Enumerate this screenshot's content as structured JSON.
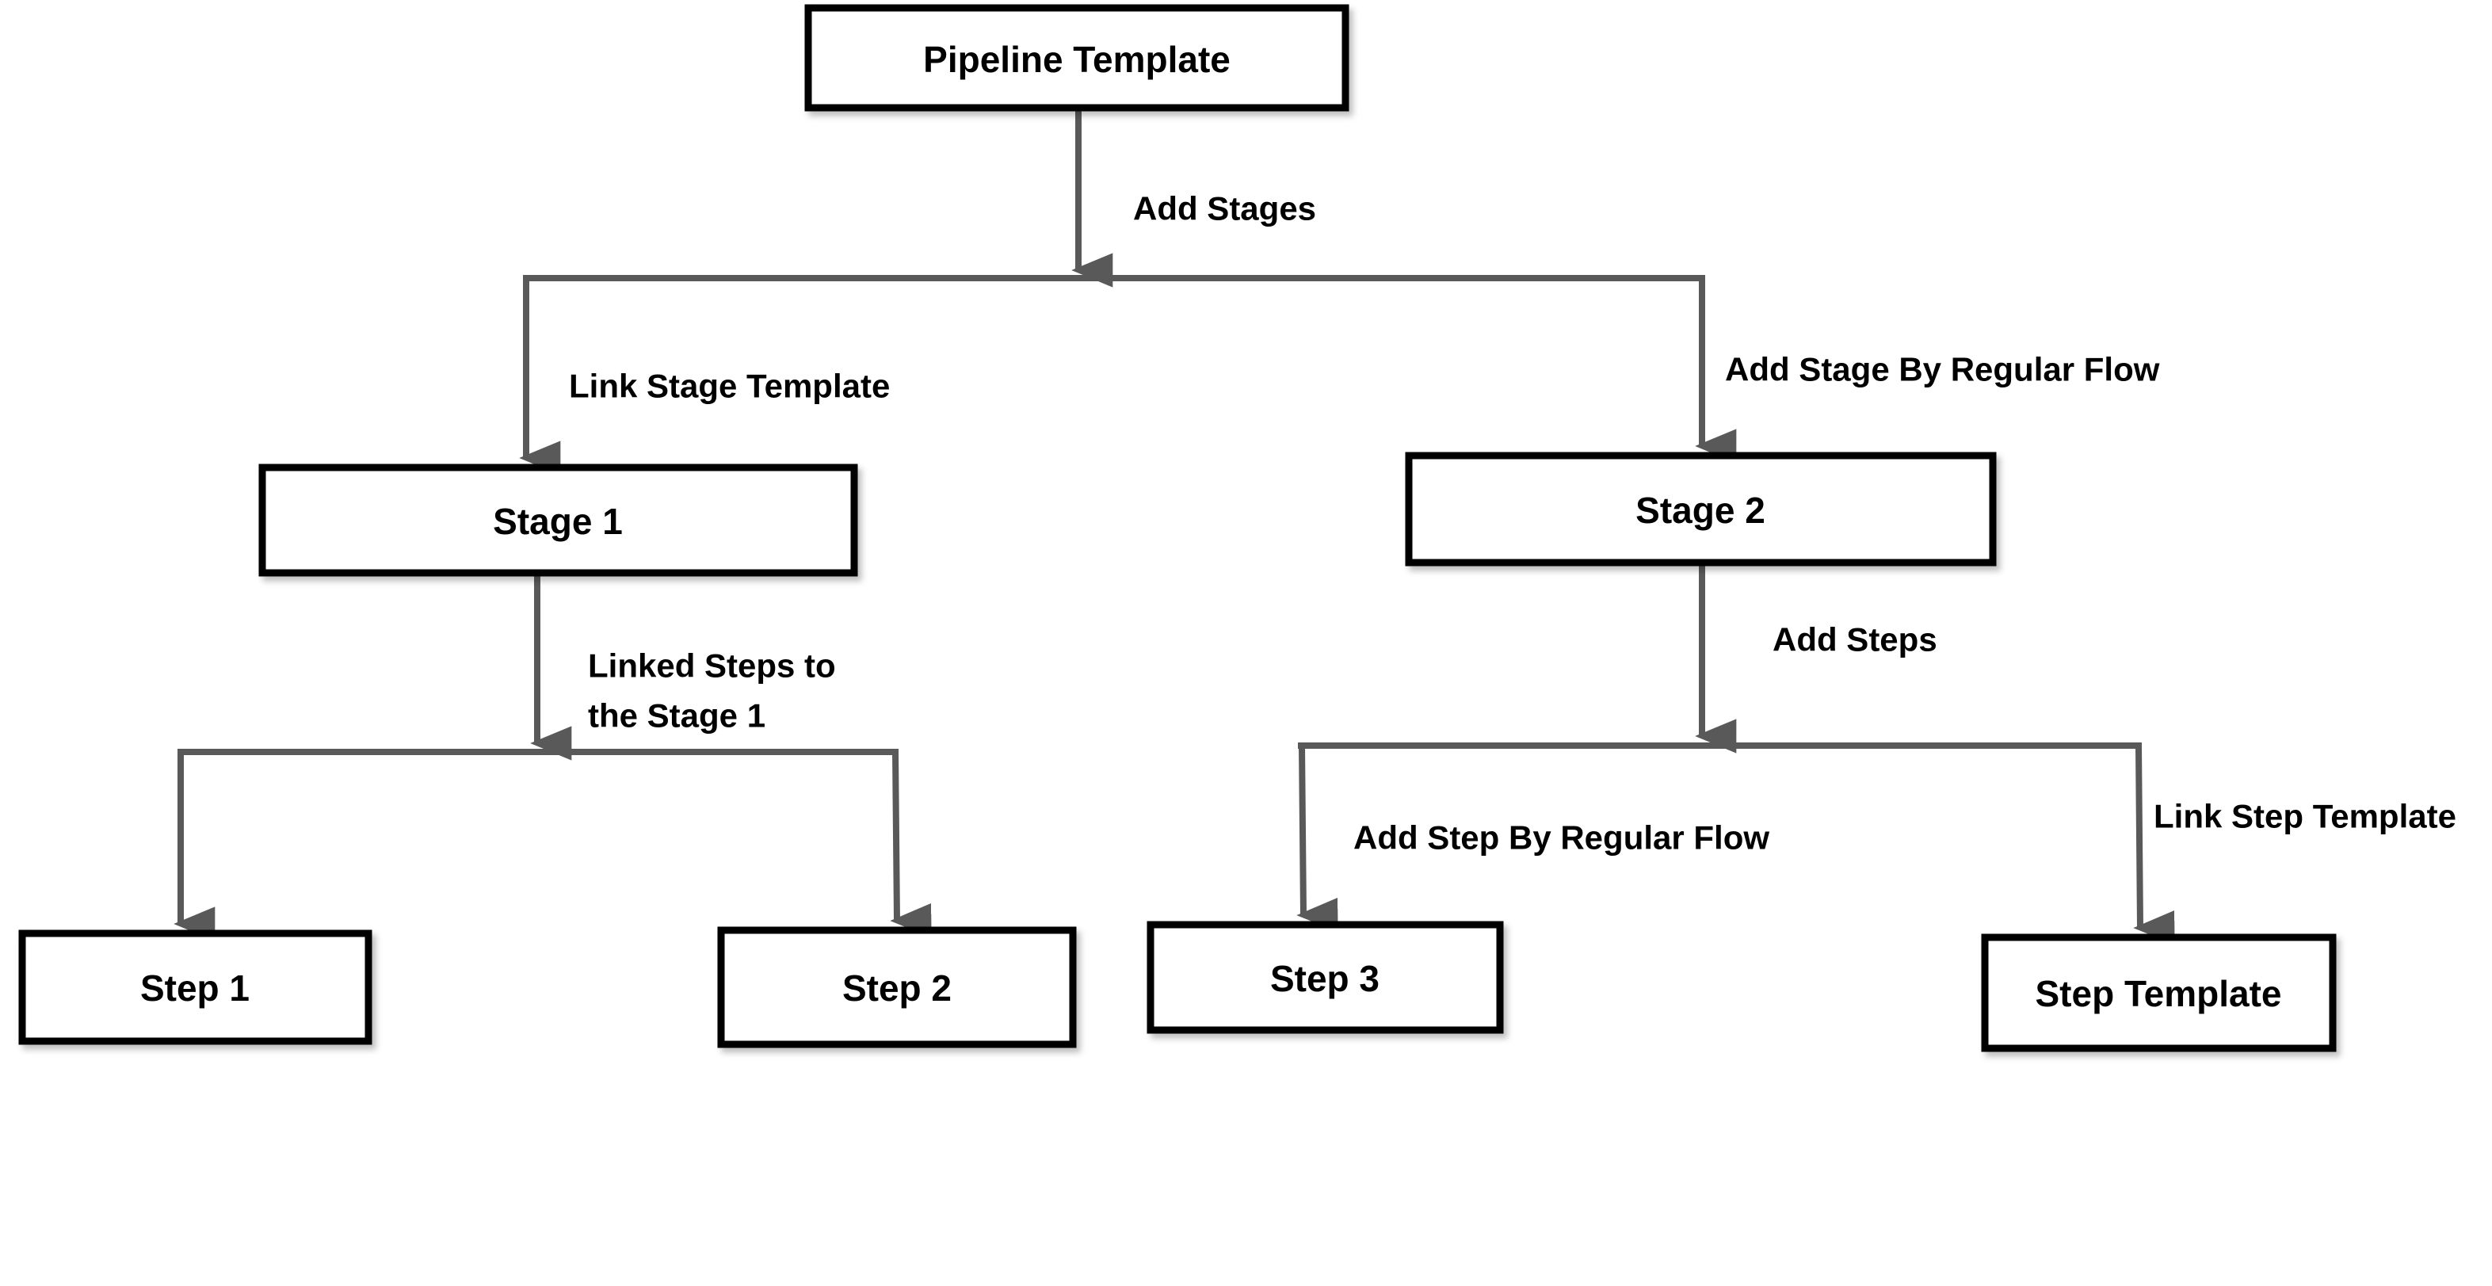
{
  "diagram": {
    "type": "flowchart",
    "colors": {
      "background": "#ffffff",
      "connector_line": "#595959",
      "box_border": "#000000",
      "box_fill": "#ffffff",
      "text": "#000000"
    },
    "nodes": {
      "pipeline_template": {
        "label": "Pipeline Template"
      },
      "stage_1": {
        "label": "Stage 1"
      },
      "stage_2": {
        "label": "Stage 2"
      },
      "step_1": {
        "label": "Step 1"
      },
      "step_2": {
        "label": "Step 2"
      },
      "step_3": {
        "label": "Step 3"
      },
      "step_template": {
        "label": "Step Template"
      }
    },
    "edges": {
      "add_stages": {
        "label": "Add Stages",
        "from": "pipeline_template",
        "to": "stage_1 / stage_2"
      },
      "link_stage_template": {
        "label": "Link Stage Template",
        "from": "pipeline_template",
        "to": "stage_1"
      },
      "add_stage_by_regular_flow": {
        "label": "Add Stage By Regular Flow",
        "from": "pipeline_template",
        "to": "stage_2"
      },
      "linked_steps_to_the_stage_1": {
        "label": "Linked Steps to the Stage 1",
        "lines": [
          "Linked Steps to",
          "the Stage 1"
        ],
        "from": "stage_1",
        "to": "step_1 / step_2"
      },
      "add_steps": {
        "label": "Add Steps",
        "from": "stage_2",
        "to": "step_3 / step_template"
      },
      "add_step_by_regular_flow": {
        "label": "Add Step By Regular Flow",
        "from": "stage_2",
        "to": "step_3"
      },
      "link_step_template": {
        "label": "Link Step Template",
        "from": "stage_2",
        "to": "step_template"
      }
    }
  }
}
